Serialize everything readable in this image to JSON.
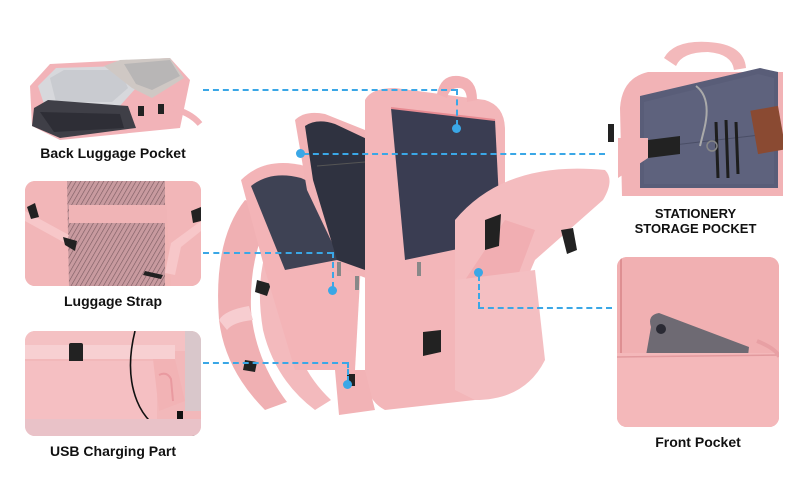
{
  "image": {
    "description": "Pink travel backpack product infographic with five feature callouts",
    "background": "#ffffff",
    "accent_color": "#3aa7e6",
    "product_color": "#f3b6b6"
  },
  "features": {
    "back_luggage_pocket": {
      "label": "Back Luggage Pocket"
    },
    "luggage_strap": {
      "label": "Luggage Strap"
    },
    "usb_charging_part": {
      "label": "USB Charging Part"
    },
    "stationery_storage_pocket": {
      "label_line1": "STATIONERY",
      "label_line2": "STORAGE POCKET"
    },
    "front_pocket": {
      "label": "Front Pocket"
    }
  }
}
